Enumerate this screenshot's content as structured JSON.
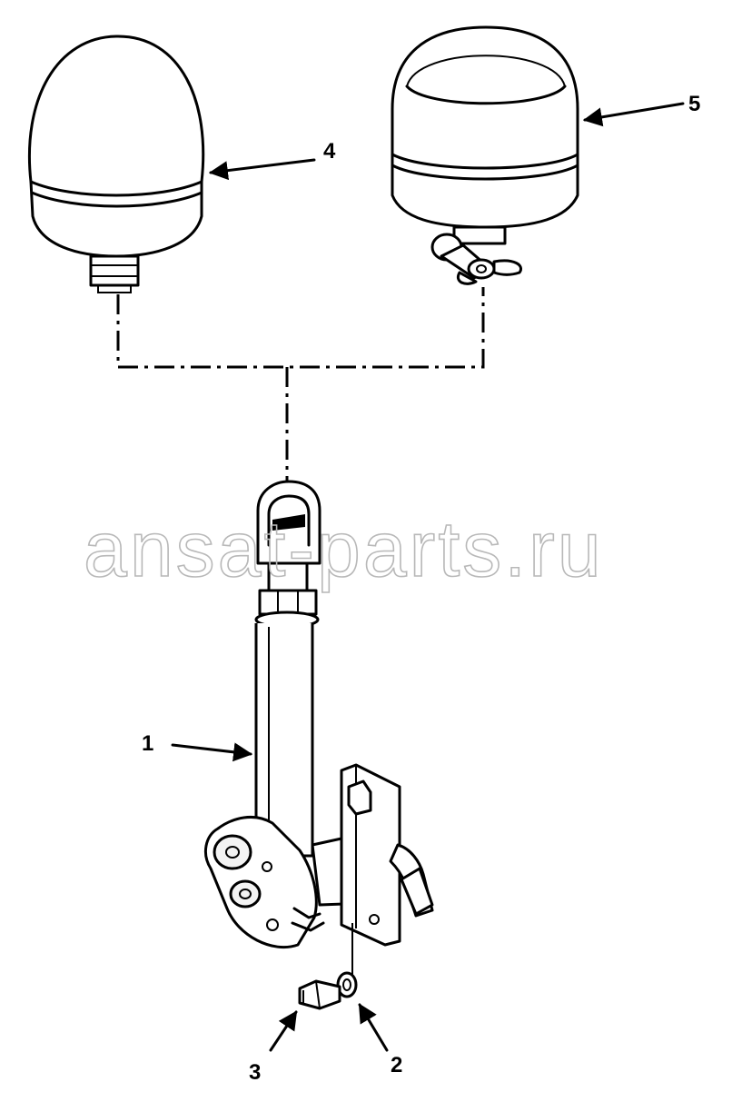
{
  "watermark": "ansat-parts.ru",
  "callouts": {
    "c1": "1",
    "c2": "2",
    "c3": "3",
    "c4": "4",
    "c5": "5"
  }
}
